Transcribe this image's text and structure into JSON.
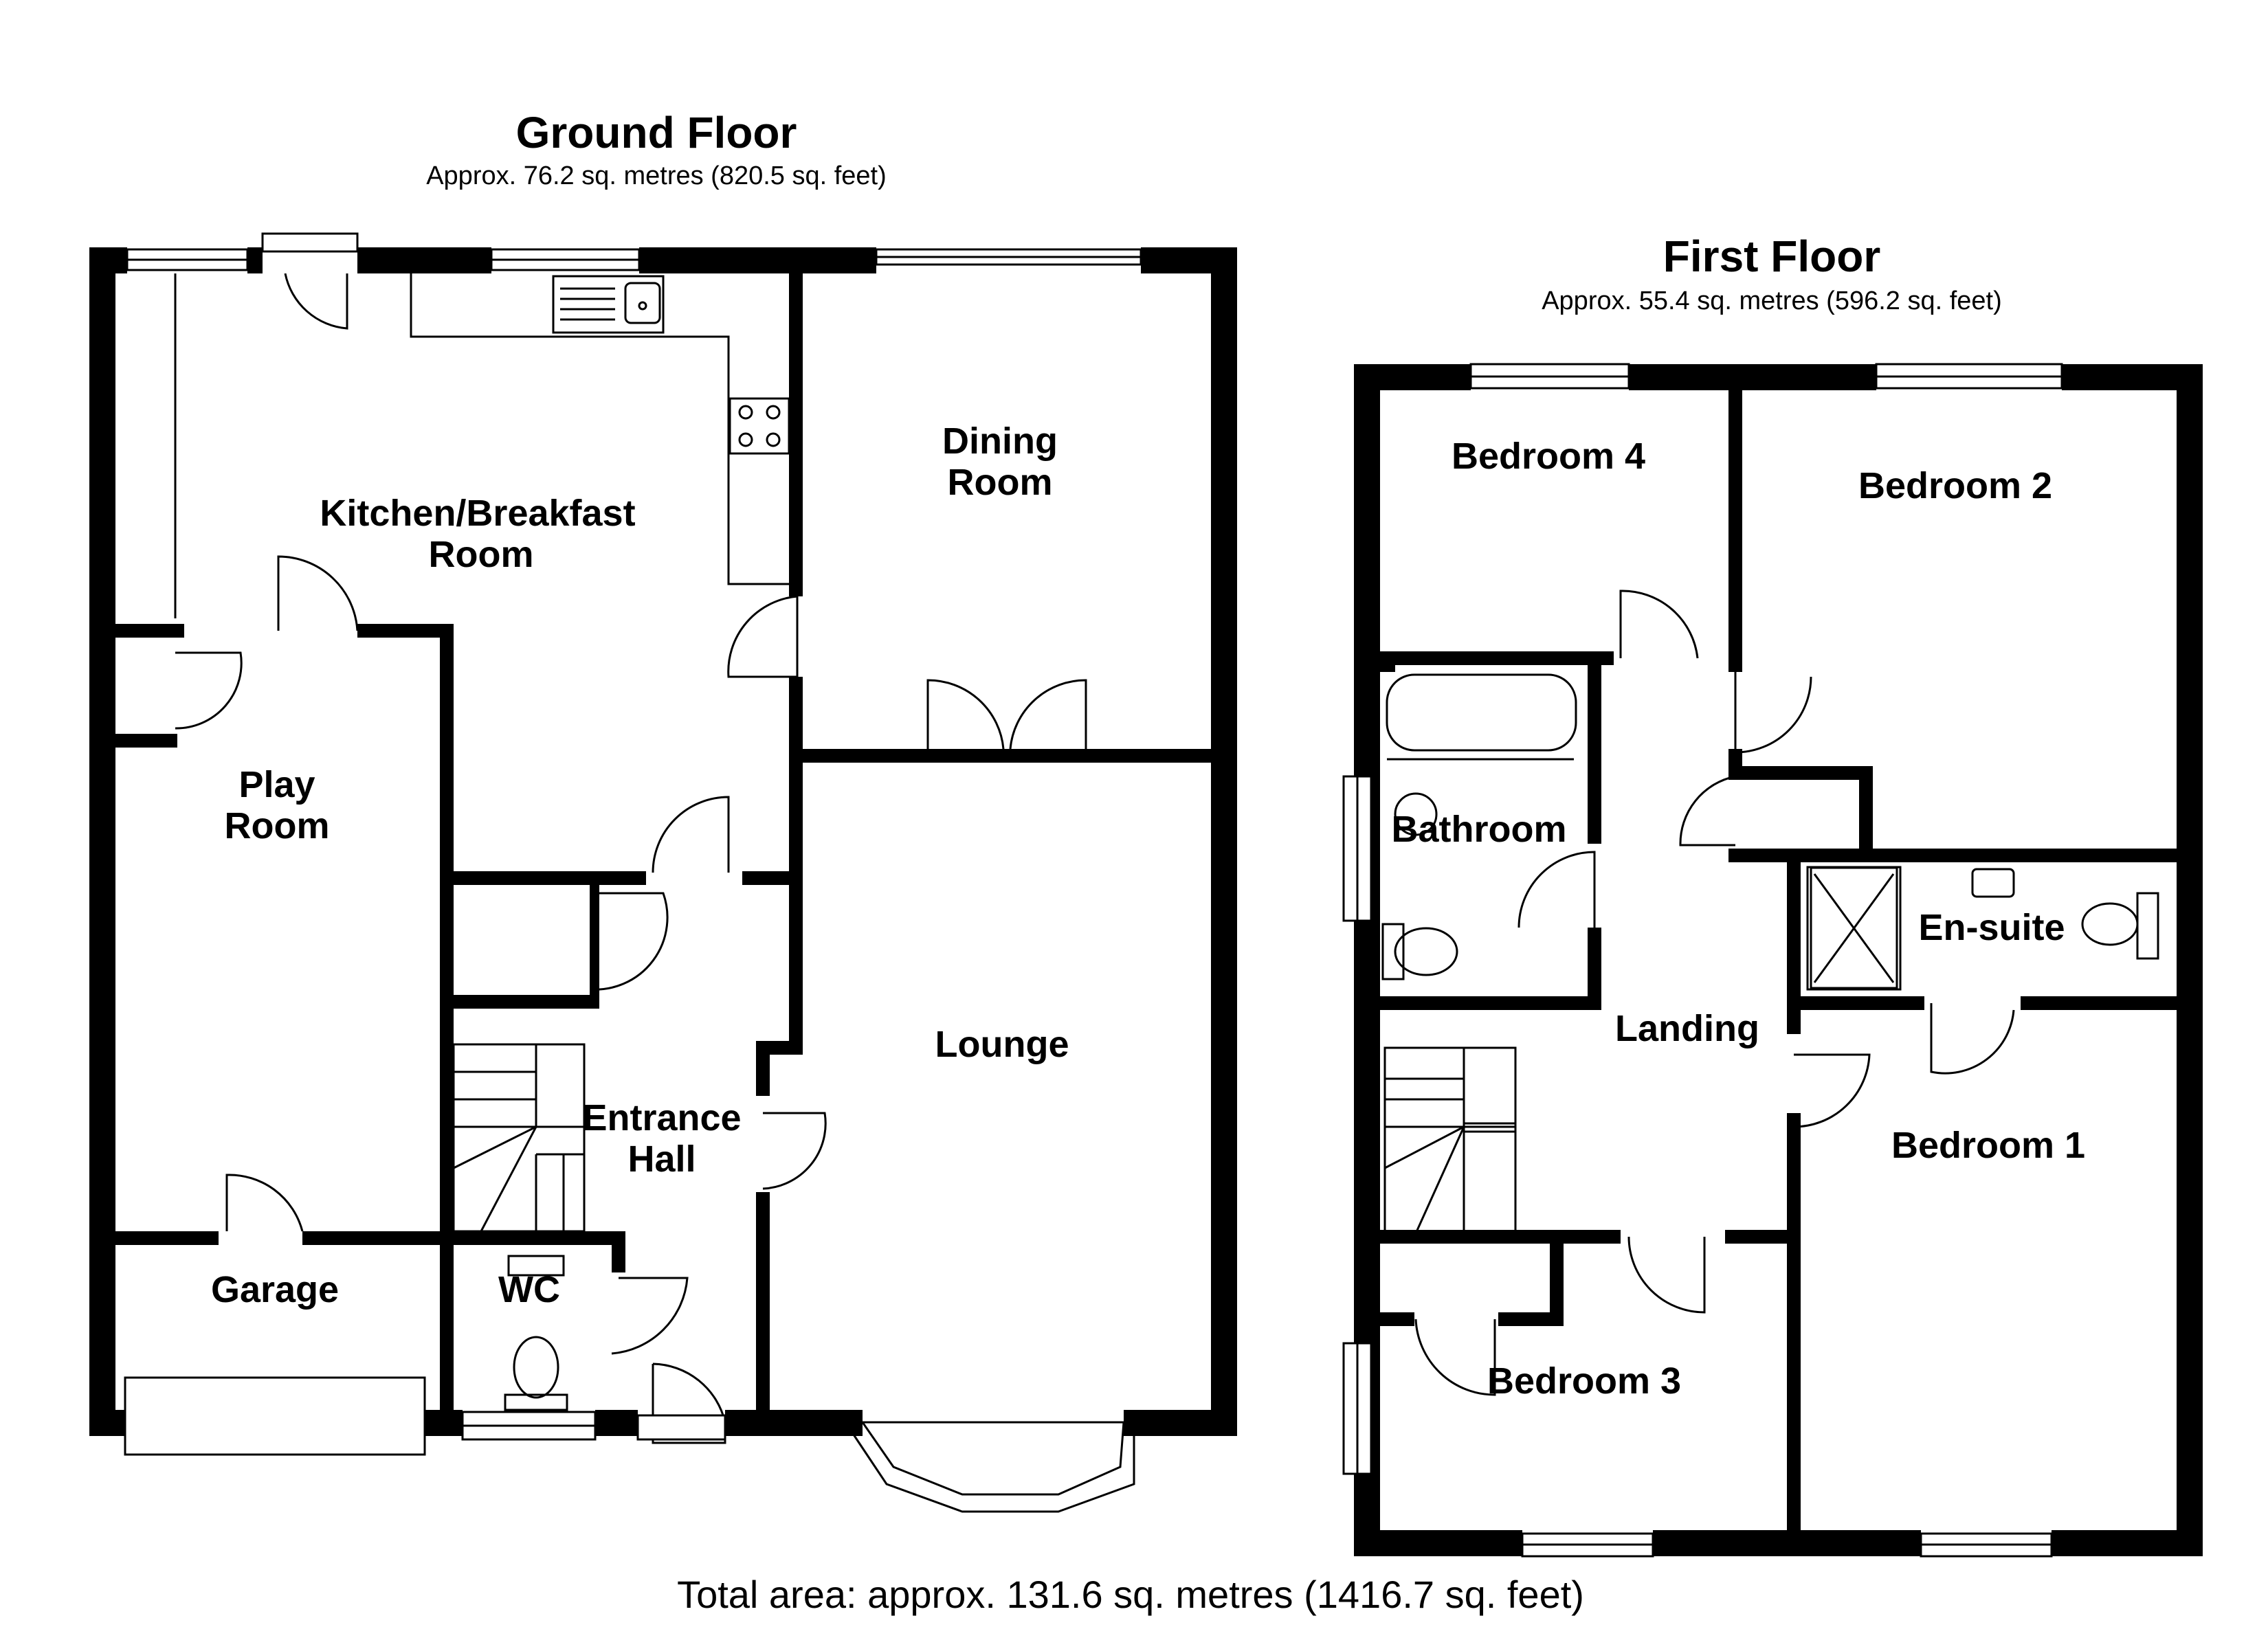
{
  "ground_floor": {
    "title": "Ground Floor",
    "area": "Approx. 76.2 sq. metres (820.5 sq. feet)",
    "rooms": {
      "kitchen_line1": "Kitchen/Breakfast",
      "kitchen_line2": "Room",
      "dining_line1": "Dining",
      "dining_line2": "Room",
      "play_line1": "Play",
      "play_line2": "Room",
      "lounge": "Lounge",
      "entrance_line1": "Entrance",
      "entrance_line2": "Hall",
      "garage": "Garage",
      "wc": "WC"
    }
  },
  "first_floor": {
    "title": "First Floor",
    "area": "Approx. 55.4 sq. metres (596.2 sq. feet)",
    "rooms": {
      "bedroom4": "Bedroom 4",
      "bedroom2": "Bedroom 2",
      "bathroom": "Bathroom",
      "ensuite": "En-suite",
      "landing": "Landing",
      "bedroom1": "Bedroom 1",
      "bedroom3": "Bedroom 3"
    }
  },
  "total_area": "Total area: approx. 131.6 sq. metres (1416.7 sq. feet)"
}
